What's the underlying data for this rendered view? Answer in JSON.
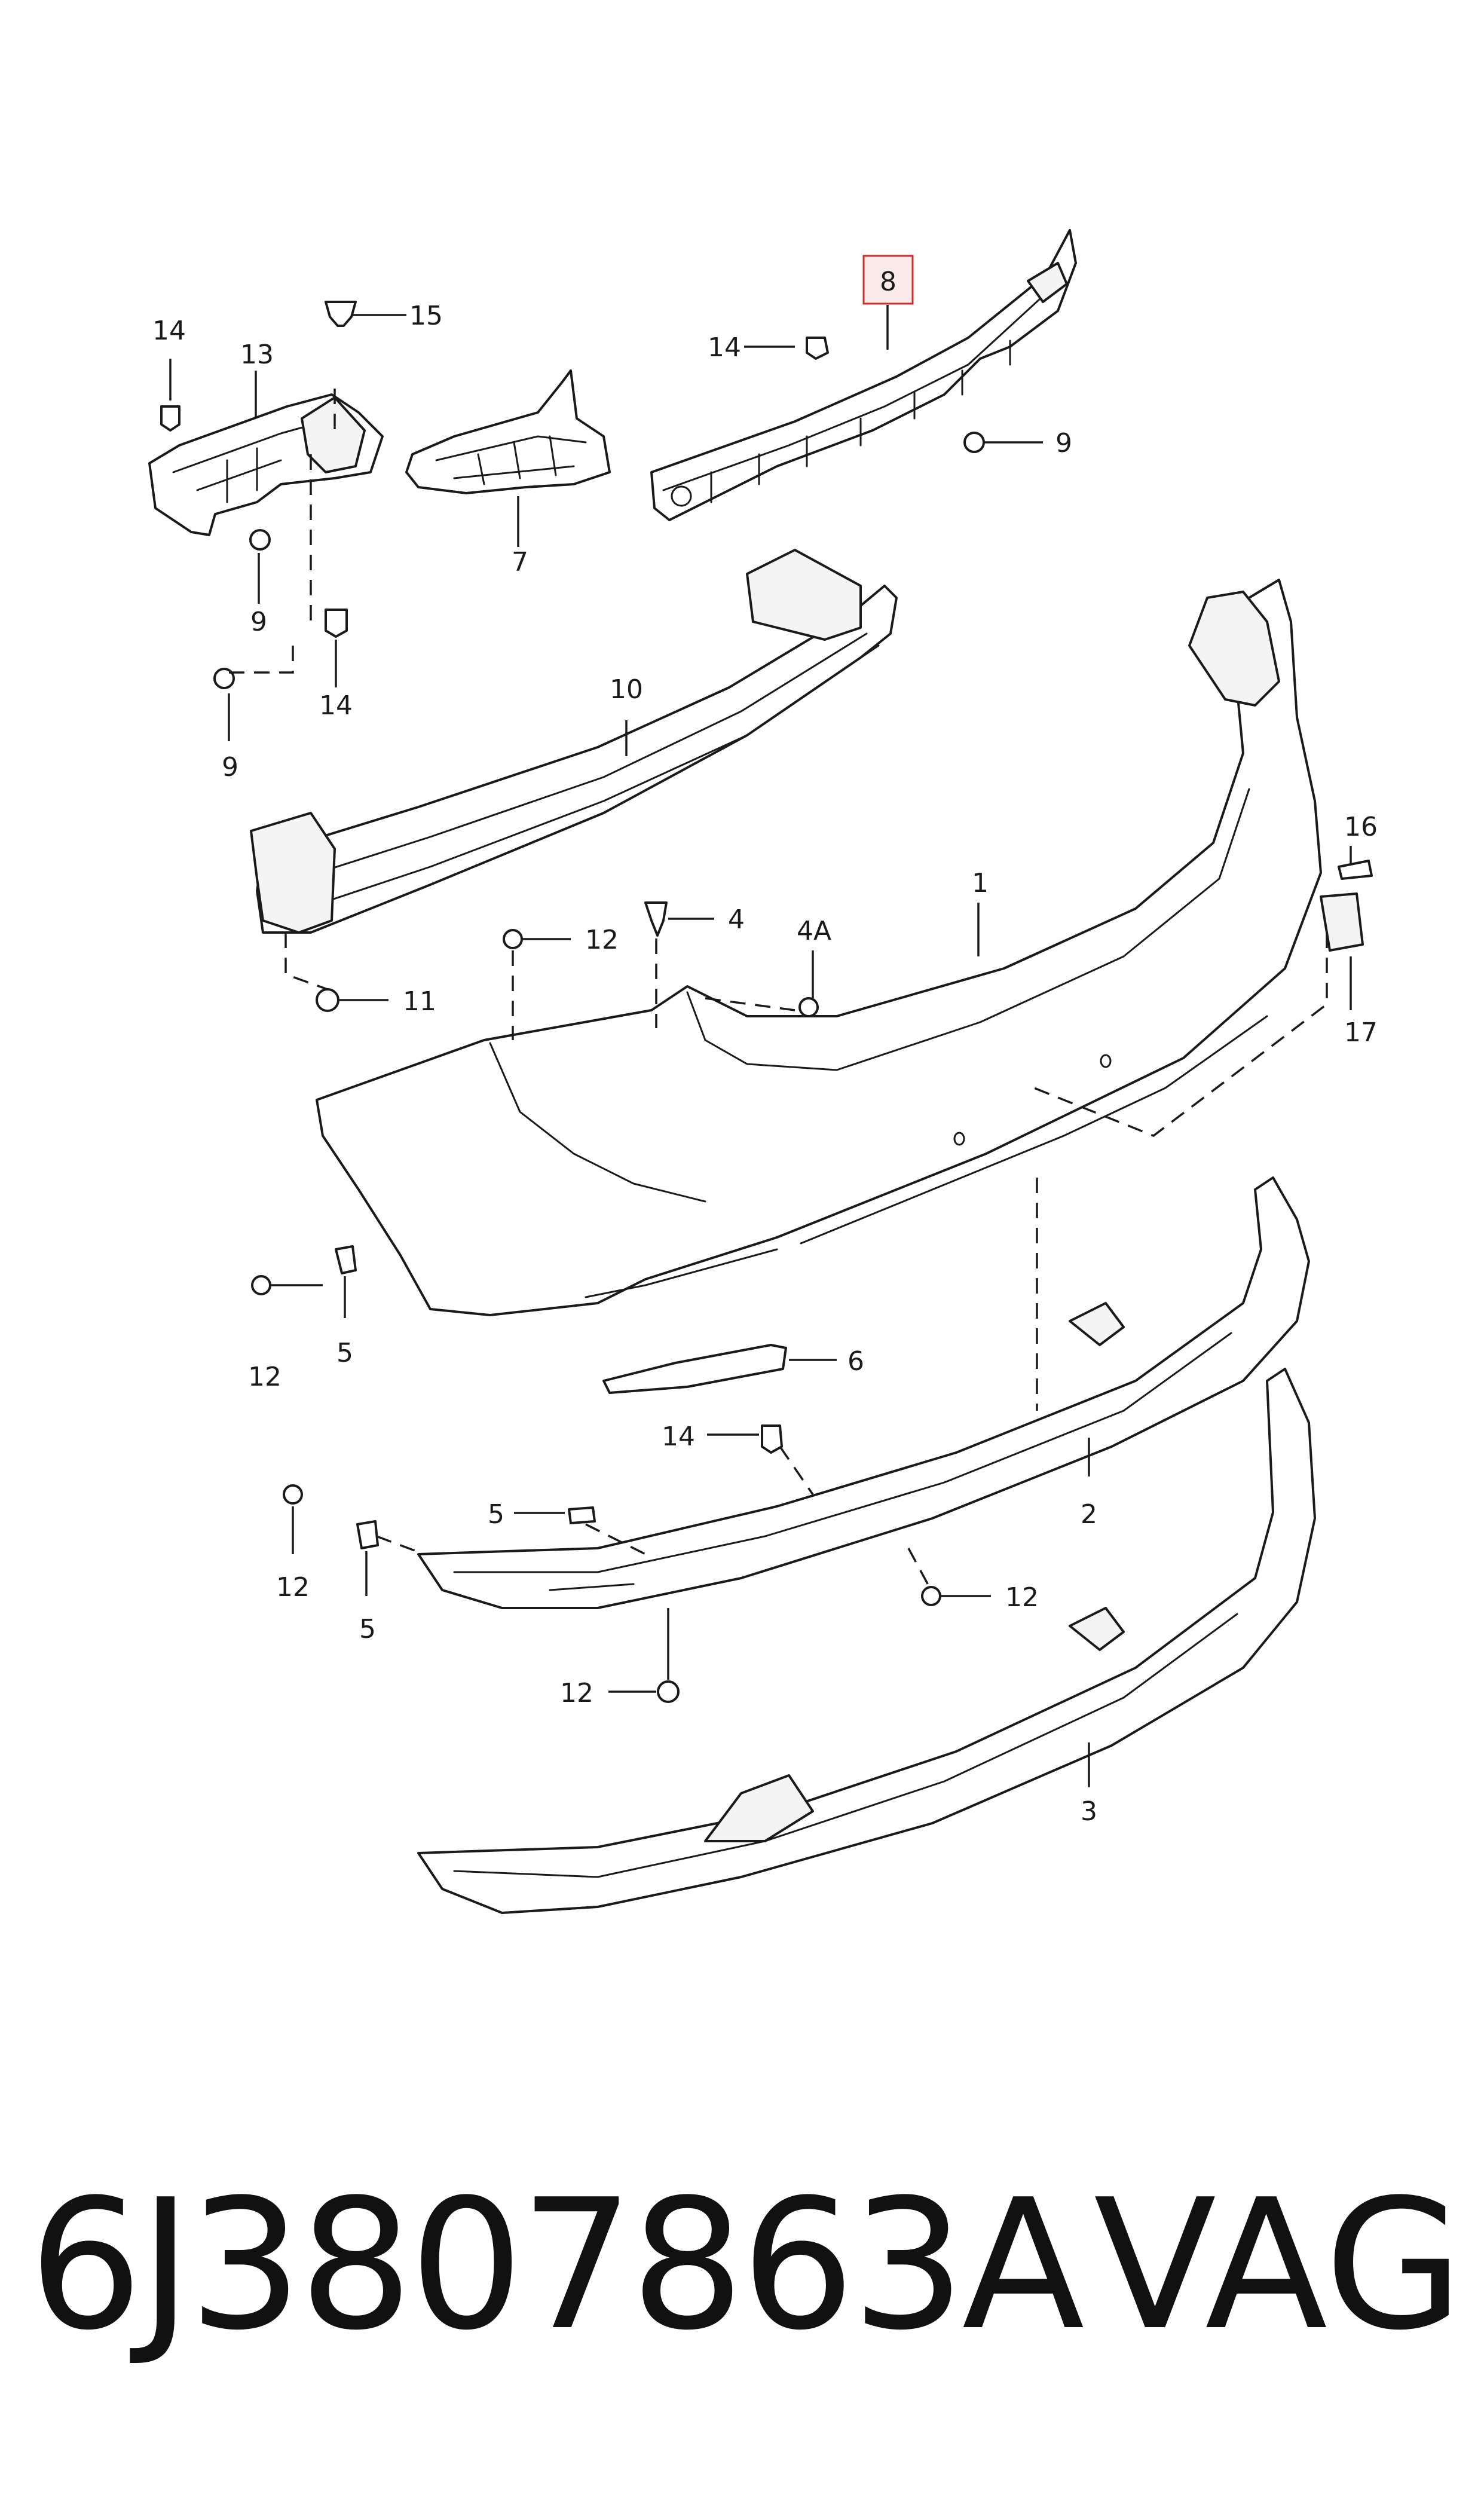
{
  "callouts": {
    "c1": "1",
    "c2": "2",
    "c3": "3",
    "c4": "4",
    "c4a": "4A",
    "c5a": "5",
    "c5b": "5",
    "c5c": "5",
    "c6": "6",
    "c7": "7",
    "c8": "8",
    "c9a": "9",
    "c9b": "9",
    "c9c": "9",
    "c10": "10",
    "c11": "11",
    "c12a": "12",
    "c12b": "12",
    "c12c": "12",
    "c12d": "12",
    "c12e": "12",
    "c13": "13",
    "c14a": "14",
    "c14b": "14",
    "c14c": "14",
    "c14d": "14",
    "c15": "15",
    "c16": "16",
    "c17": "17"
  },
  "highlighted_callout": "8",
  "colors": {
    "line": "#1a1a1a",
    "highlight_border": "#c9302c",
    "highlight_fill": "#fbeaea"
  },
  "footer": {
    "part_number": "6J3807863A",
    "brand": "VAG"
  }
}
